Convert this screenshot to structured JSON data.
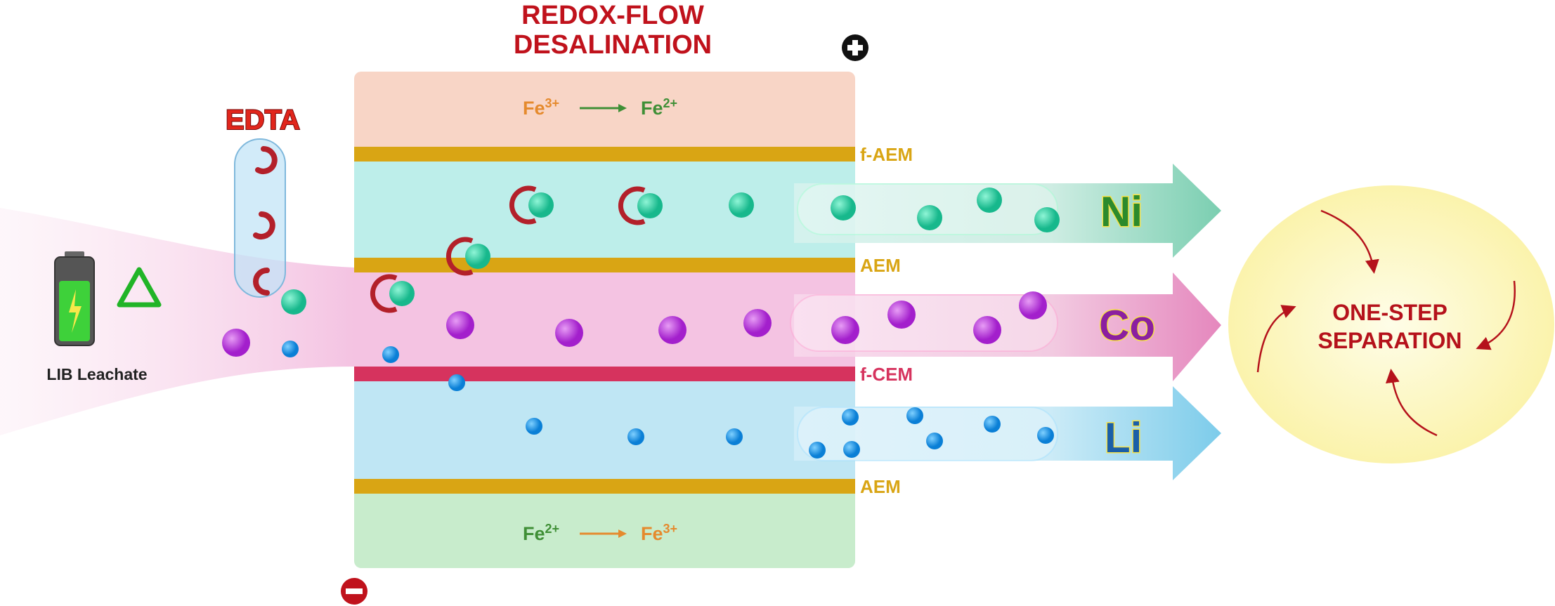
{
  "title": {
    "line1": "REDOX-FLOW",
    "line2": "DESALINATION"
  },
  "electrodes": {
    "positive_icon": "plus-circle-icon",
    "negative_icon": "minus-circle-icon"
  },
  "top_reaction": {
    "from": "Fe",
    "from_sup": "3+",
    "to": "Fe",
    "to_sup": "2+"
  },
  "bottom_reaction": {
    "from": "Fe",
    "from_sup": "2+",
    "to": "Fe",
    "to_sup": "3+"
  },
  "membranes": [
    {
      "label": "f-AEM",
      "color": "#d9a514"
    },
    {
      "label": "AEM",
      "color": "#d9a514"
    },
    {
      "label": "f-CEM",
      "color": "#d6335e"
    },
    {
      "label": "AEM",
      "color": "#d9a514"
    }
  ],
  "streams": [
    {
      "label": "Ni",
      "color": "#6cc9a8"
    },
    {
      "label": "Co",
      "color": "#e27ab6"
    },
    {
      "label": "Li",
      "color": "#6ec6e8"
    }
  ],
  "edta_label": "EDTA",
  "leachate_label": "LIB Leachate",
  "result": {
    "line1": "ONE-STEP",
    "line2": "SEPARATION"
  },
  "colors": {
    "title": "#c0121c",
    "anolyte": "#f8d5c6",
    "catholyte": "#c8eccc",
    "ni_channel": "#bdeeea",
    "co_channel": "#f4c3e2",
    "li_channel": "#bfe6f4",
    "result_bg": "#fbf6c0"
  }
}
